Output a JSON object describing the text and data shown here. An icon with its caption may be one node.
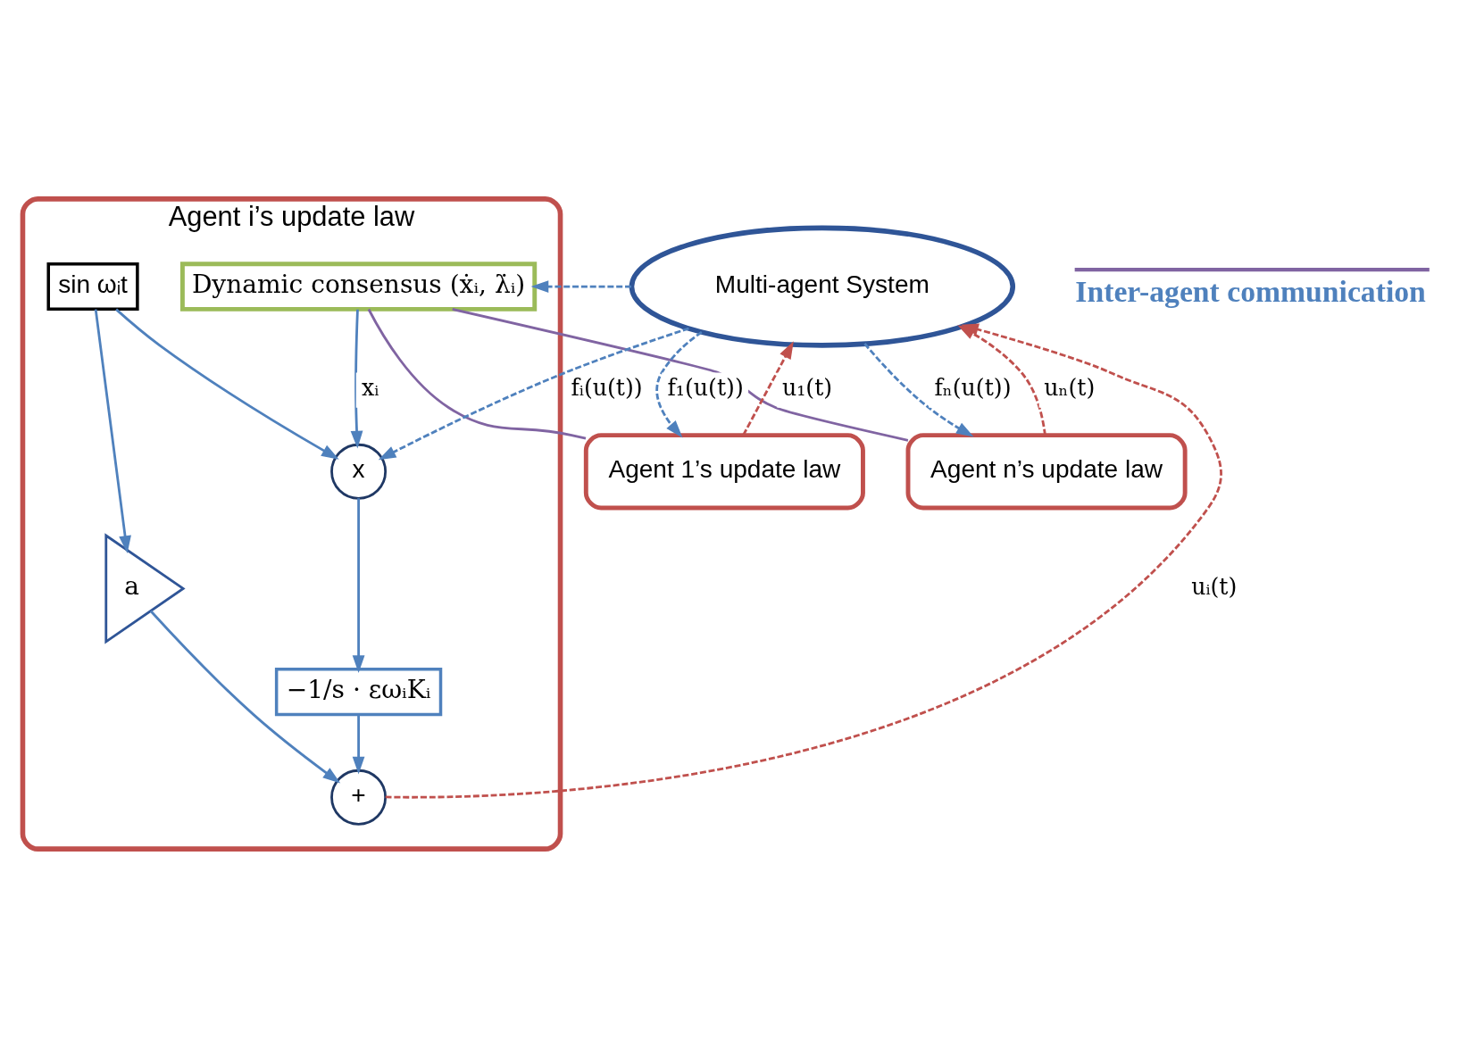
{
  "diagram": {
    "nodes": [
      {
        "text": [
          "Agent i’s update law"
        ]
      },
      {
        "text": [
          "sin ωᵢt"
        ],
        "in": 0
      },
      {
        "text": [
          "a"
        ],
        "in": 0
      },
      {
        "text": [
          "x"
        ],
        "in": 0
      },
      {
        "text": [
          "−1/s · εωᵢKᵢ"
        ],
        "in": 0
      },
      {
        "text": [
          "+"
        ],
        "in": 0
      },
      {
        "text": [
          "Dynamic consensus (ẋᵢ, λ̇ᵢ)"
        ],
        "in": 0
      },
      {
        "text": [
          "Multi-agent System"
        ]
      },
      {
        "text": [
          "Agent 1’s update law"
        ]
      },
      {
        "text": [
          "Agent n’s update law"
        ]
      }
    ],
    "edges": [
      {
        "from": 1,
        "to": 2,
        "arrow": "to"
      },
      {
        "from": 2,
        "to": 5,
        "arrow": "to"
      },
      {
        "from": 1,
        "to": 3,
        "arrow": "to"
      },
      {
        "from": 3,
        "to": 4,
        "arrow": "to"
      },
      {
        "from": 4,
        "to": 5,
        "arrow": "to"
      },
      {
        "from": 6,
        "to": 3,
        "arrow": "to",
        "label": "xᵢ"
      },
      {
        "from": 7,
        "to": 3,
        "arrow": "to",
        "label": "fᵢ(u(t))",
        "style": "dashed"
      },
      {
        "from": 7,
        "to": 6,
        "arrow": "to",
        "style": "dashed"
      },
      {
        "from": 5,
        "to": 7,
        "arrow": "to",
        "label": "uᵢ(t)",
        "style": "dashed",
        "color": "#c0504d"
      },
      {
        "from": 8,
        "to": 7,
        "arrow": "to",
        "label": "u₁(t)",
        "style": "dashed",
        "color": "#c0504d"
      },
      {
        "from": 7,
        "to": 8,
        "arrow": "to",
        "label": "f₁(u(t))",
        "style": "dashed"
      },
      {
        "from": 7,
        "to": 9,
        "arrow": "to",
        "label": "fₙ(u(t))",
        "style": "dashed"
      },
      {
        "from": 9,
        "to": 7,
        "arrow": "to",
        "label": "uₙ(t)",
        "style": "dashed",
        "color": "#c0504d"
      },
      {
        "from": 6,
        "to": 8,
        "arrow": "none",
        "color": "#8064a2"
      },
      {
        "from": 6,
        "to": 9,
        "arrow": "none",
        "color": "#8064a2"
      }
    ],
    "legend": [
      {
        "text": "Inter-agent communication"
      }
    ]
  }
}
